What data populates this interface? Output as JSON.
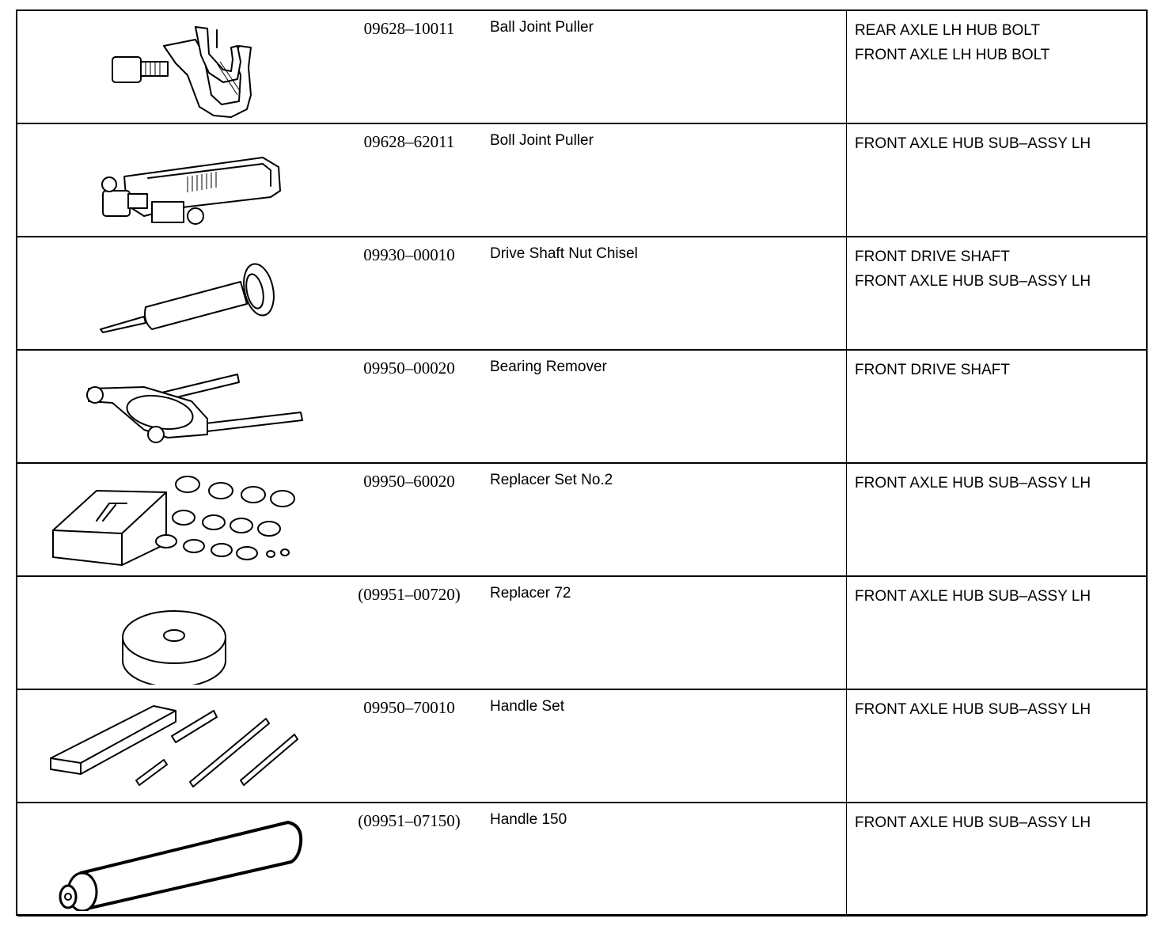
{
  "rows": [
    {
      "part_no": "09628–10011",
      "tool": "Ball Joint Puller",
      "usage": [
        "REAR AXLE LH HUB BOLT",
        "FRONT AXLE LH HUB BOLT"
      ],
      "icon": "ball-joint-puller-illustration"
    },
    {
      "part_no": "09628–62011",
      "tool": "Boll Joint Puller",
      "usage": [
        "FRONT AXLE HUB SUB–ASSY LH"
      ],
      "icon": "boll-joint-puller-illustration"
    },
    {
      "part_no": "09930–00010",
      "tool": "Drive Shaft Nut Chisel",
      "usage": [
        "FRONT DRIVE SHAFT",
        "FRONT AXLE HUB SUB–ASSY LH"
      ],
      "icon": "chisel-illustration"
    },
    {
      "part_no": "09950–00020",
      "tool": "Bearing Remover",
      "usage": [
        "FRONT DRIVE SHAFT"
      ],
      "icon": "bearing-remover-illustration"
    },
    {
      "part_no": "09950–60020",
      "tool": "Replacer Set No.2",
      "usage": [
        "FRONT AXLE HUB SUB–ASSY LH"
      ],
      "icon": "replacer-set-illustration"
    },
    {
      "part_no": "(09951–00720)",
      "tool": "Replacer 72",
      "usage": [
        "FRONT AXLE HUB SUB–ASSY LH"
      ],
      "icon": "replacer-disc-illustration"
    },
    {
      "part_no": "09950–70010",
      "tool": "Handle Set",
      "usage": [
        "FRONT AXLE HUB SUB–ASSY LH"
      ],
      "icon": "handle-set-illustration"
    },
    {
      "part_no": "(09951–07150)",
      "tool": "Handle 150",
      "usage": [
        "FRONT AXLE HUB SUB–ASSY LH"
      ],
      "icon": "handle-illustration"
    }
  ]
}
